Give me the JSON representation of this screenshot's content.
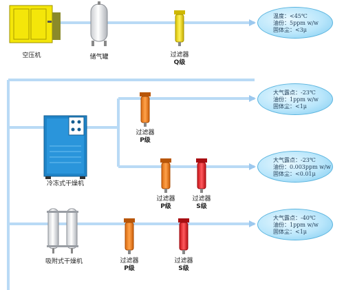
{
  "colors": {
    "pipe": "#b9daf5",
    "compressor": "#f4e60a",
    "dryer": "#1f84c8",
    "filter_q": "#f2dc16",
    "filter_p": "#ee7d1b",
    "filter_s": "#e51f25",
    "bubble": "#9fd8f7"
  },
  "equipment": {
    "compressor": "空压机",
    "tank": "储气罐",
    "fridge_dryer": "冷冻式干燥机",
    "adsorb_dryer": "吸附式干燥机"
  },
  "filters": [
    {
      "label": "过滤器",
      "grade": "Q级",
      "color": "filter_q"
    },
    {
      "label": "过滤器",
      "grade": "P级",
      "color": "filter_p"
    },
    {
      "label": "过滤器",
      "grade": "P级",
      "color": "filter_p"
    },
    {
      "label": "过滤器",
      "grade": "S级",
      "color": "filter_s"
    },
    {
      "label": "过滤器",
      "grade": "P级",
      "color": "filter_p"
    },
    {
      "label": "过滤器",
      "grade": "S级",
      "color": "filter_s"
    }
  ],
  "outputs": [
    {
      "lines": [
        "温度：<45℃",
        "油份：5ppm w/w",
        "固体尘：<3μ"
      ]
    },
    {
      "lines": [
        "大气露点：-23℃",
        "油份：1ppm w/w",
        "固体尘：<1μ"
      ]
    },
    {
      "lines": [
        "大气露点：-23℃",
        "油份：0.003ppm w/w",
        "固体尘：<0.01μ"
      ]
    },
    {
      "lines": [
        "大气露点：-40℃",
        "油份：1ppm w/w",
        "固体尘：<1μ"
      ]
    }
  ]
}
